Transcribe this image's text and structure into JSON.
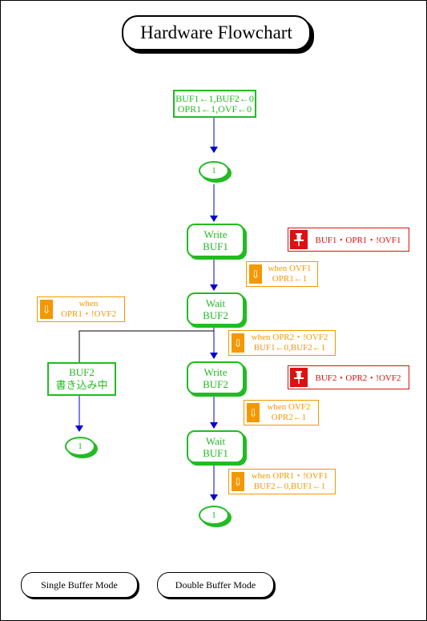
{
  "title": "Hardware Flowchart",
  "nodes": {
    "init": {
      "line1": "BUF1←1,BUF2←0",
      "line2": "OPR1←1,OVF←0"
    },
    "connector_top": "1",
    "write_buf1": {
      "line1": "Write",
      "line2": "BUF1"
    },
    "wait_buf2": {
      "line1": "Wait",
      "line2": "BUF2"
    },
    "write_buf2": {
      "line1": "Write",
      "line2": "BUF2"
    },
    "wait_buf1": {
      "line1": "Wait",
      "line2": "BUF1"
    },
    "connector_bottom": "1",
    "buf2_write_single": {
      "line1": "BUF2",
      "line2": "書き込み中"
    },
    "connector_single": "1"
  },
  "conditions": {
    "ovf1": {
      "line1": "when OVF1",
      "line2": "OPR1←1"
    },
    "single": {
      "line1": "when",
      "line2": "OPR1・!OVF2"
    },
    "opr2": {
      "line1": "when OPR2・!OVF2",
      "line2": "BUF1←0,BUF2←1"
    },
    "ovf2": {
      "line1": "when OVF2",
      "line2": "OPR2←1"
    },
    "opr1": {
      "line1": "when OPR1・!OVF1",
      "line2": "BUF2←0,BUF1←1"
    }
  },
  "pins": {
    "pin1": "BUF1・OPR1・!OVF1",
    "pin2": "BUF2・OPR2・!OVF2"
  },
  "modes": {
    "single": "Single Buffer Mode",
    "double": "Double Buffer Mode"
  },
  "colors": {
    "node_green": "#22bb22",
    "condition_orange": "#f39800",
    "pin_red": "#dd1111",
    "arrow_blue": "#0000cc"
  },
  "icons": {
    "condition": "down-arrow-icon",
    "pin": "pushpin-icon"
  }
}
